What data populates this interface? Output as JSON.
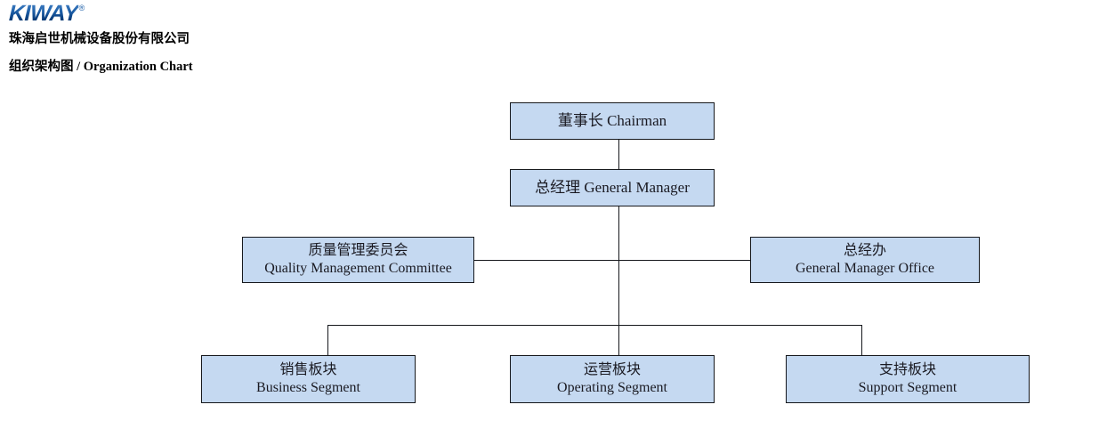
{
  "header": {
    "logo_text": "KIWAY",
    "logo_trademark": "®",
    "company_name": "珠海启世机械设备股份有限公司",
    "title_cn": "组织架构图",
    "title_separator": " / ",
    "title_en": "Organization Chart"
  },
  "colors": {
    "node_fill": "#c5d9f1",
    "node_border": "#16181c",
    "connector": "#16181c",
    "logo_blue": "#1d5fa8",
    "text": "#1a1a22",
    "background": "#ffffff"
  },
  "chart_data": {
    "type": "diagram",
    "diagram_type": "organization-chart",
    "title": "组织架构图 / Organization Chart",
    "nodes": [
      {
        "id": "chairman",
        "level": 0,
        "cn": "董事长",
        "en": "Chairman",
        "display": "董事长 Chairman",
        "layout": "single-line"
      },
      {
        "id": "general-manager",
        "level": 1,
        "cn": "总经理",
        "en": "General Manager",
        "display": "总经理 General Manager",
        "layout": "single-line"
      },
      {
        "id": "quality-management-committee",
        "level": 2,
        "cn": "质量管理委员会",
        "en": "Quality Management Committee",
        "layout": "two-line",
        "side": "left"
      },
      {
        "id": "general-manager-office",
        "level": 2,
        "cn": "总经办",
        "en": "General Manager Office",
        "layout": "two-line",
        "side": "right"
      },
      {
        "id": "business-segment",
        "level": 3,
        "cn": "销售板块",
        "en": "Business Segment",
        "layout": "two-line"
      },
      {
        "id": "operating-segment",
        "level": 3,
        "cn": "运营板块",
        "en": "Operating Segment",
        "layout": "two-line"
      },
      {
        "id": "support-segment",
        "level": 3,
        "cn": "支持板块",
        "en": "Support Segment",
        "layout": "two-line"
      }
    ],
    "edges": [
      {
        "from": "chairman",
        "to": "general-manager",
        "style": "vertical"
      },
      {
        "from": "general-manager",
        "to": "quality-management-committee",
        "style": "staff-horizontal"
      },
      {
        "from": "general-manager",
        "to": "general-manager-office",
        "style": "staff-horizontal"
      },
      {
        "from": "general-manager",
        "to": "business-segment",
        "style": "orthogonal"
      },
      {
        "from": "general-manager",
        "to": "operating-segment",
        "style": "orthogonal"
      },
      {
        "from": "general-manager",
        "to": "support-segment",
        "style": "orthogonal"
      }
    ]
  }
}
